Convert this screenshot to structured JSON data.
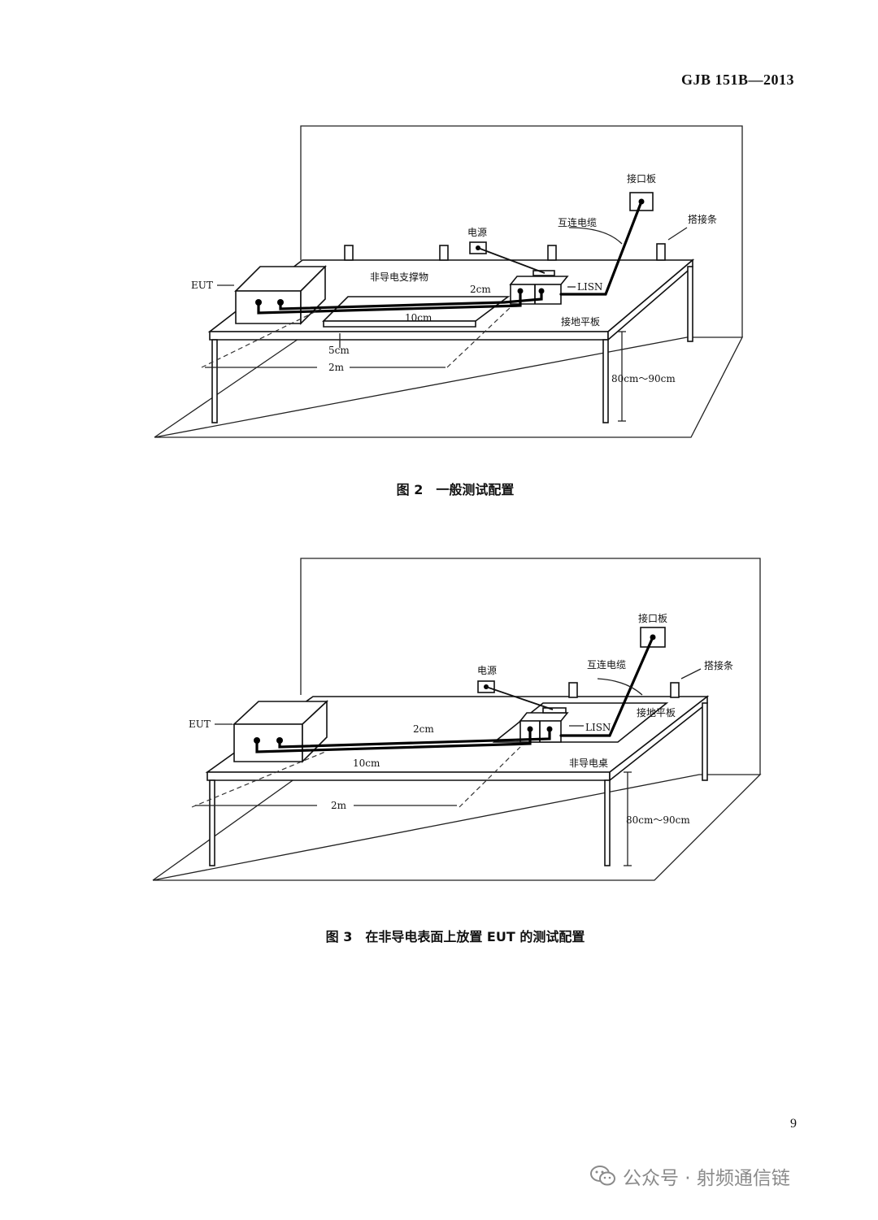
{
  "header": {
    "standard": "GJB 151B—2013"
  },
  "figure2": {
    "caption": "图 2　一般测试配置",
    "labels": {
      "interface_panel": "接口板",
      "interconnect_cable": "互连电缆",
      "bond_strap": "搭接条",
      "power": "电源",
      "eut": "EUT",
      "nonconductive_support": "非导电支撑物",
      "lisn": "LISN",
      "dim_2cm": "2cm",
      "dim_10cm": "10cm",
      "ground_plane": "接地平板",
      "dim_5cm": "5cm",
      "dim_2m": "2m",
      "height": "80cm～90cm"
    }
  },
  "figure3": {
    "caption": "图 3　在非导电表面上放置 EUT 的测试配置",
    "labels": {
      "interface_panel": "接口板",
      "interconnect_cable": "互连电缆",
      "bond_strap": "搭接条",
      "power": "电源",
      "eut": "EUT",
      "lisn": "LISN",
      "ground_plane": "接地平板",
      "dim_2cm": "2cm",
      "dim_10cm": "10cm",
      "nonconductive_table": "非导电桌",
      "dim_2m": "2m",
      "height": "80cm～90cm"
    }
  },
  "page_number": "9",
  "watermark": {
    "text": "公众号 · 射频通信链",
    "icon": "wechat-icon"
  }
}
